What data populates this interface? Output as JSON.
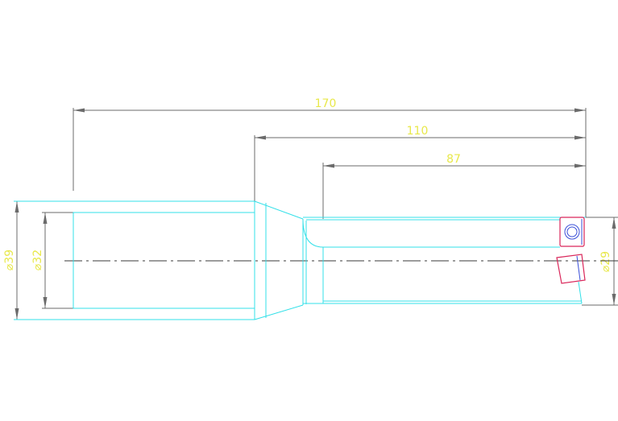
{
  "drawing": {
    "dimensions": {
      "overall_length": "170",
      "mid_length": "110",
      "flute_length": "87",
      "shank_outer_dia": "⌀39",
      "shank_inner_dia": "⌀32",
      "cutting_dia": "⌀29"
    },
    "colors": {
      "background": "#ffffff",
      "outline": "#33e0e8",
      "dimension_line": "#6b6b6b",
      "dimension_text": "#e8e84a",
      "centerline": "#3a3a3a",
      "insert": "#d9265a",
      "insert_detail": "#3a4fd8"
    }
  }
}
